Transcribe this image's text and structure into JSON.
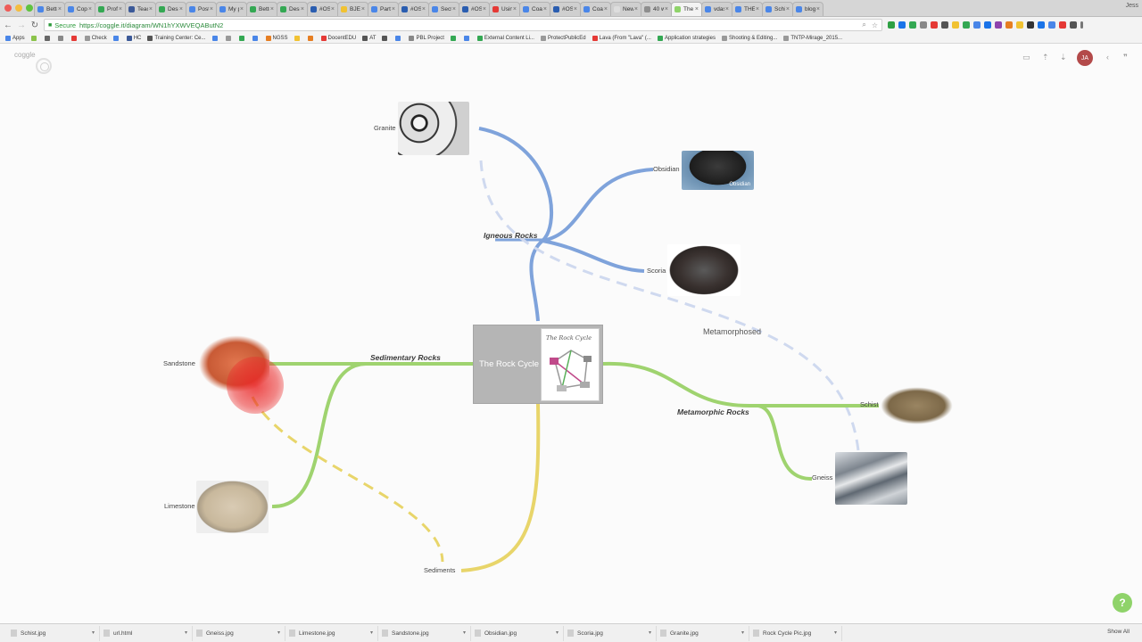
{
  "browser": {
    "tabs": [
      {
        "label": "Better",
        "color": "#4a86e8"
      },
      {
        "label": "Copy i",
        "color": "#4a86e8"
      },
      {
        "label": "Profes",
        "color": "#34a853"
      },
      {
        "label": "Teach",
        "color": "#3b5998"
      },
      {
        "label": "Design",
        "color": "#34a853"
      },
      {
        "label": "Post A",
        "color": "#4a86e8"
      },
      {
        "label": "My pro",
        "color": "#4a86e8"
      },
      {
        "label": "Better",
        "color": "#34a853"
      },
      {
        "label": "Design",
        "color": "#34a853"
      },
      {
        "label": "#OSD",
        "color": "#2a5db0"
      },
      {
        "label": "BJEC",
        "color": "#f1c232"
      },
      {
        "label": "Partic",
        "color": "#4a86e8"
      },
      {
        "label": "#OSD",
        "color": "#2a5db0"
      },
      {
        "label": "Sectio",
        "color": "#4a86e8"
      },
      {
        "label": "#OSD",
        "color": "#2a5db0"
      },
      {
        "label": "Using",
        "color": "#e53935"
      },
      {
        "label": "Coach",
        "color": "#4a86e8"
      },
      {
        "label": "#OSD",
        "color": "#2a5db0"
      },
      {
        "label": "Coach",
        "color": "#4a86e8"
      },
      {
        "label": "New Tab",
        "color": "#dddddd"
      },
      {
        "label": "40 wa",
        "color": "#8e8e8e"
      },
      {
        "label": "The Ro",
        "color": "#8fd36a",
        "active": true
      },
      {
        "label": "vdash",
        "color": "#4a86e8"
      },
      {
        "label": "THE I",
        "color": "#4a86e8"
      },
      {
        "label": "Schist",
        "color": "#4a86e8"
      },
      {
        "label": "bloggi",
        "color": "#4a86e8"
      }
    ],
    "user": "Jess",
    "secure_label": "Secure",
    "url": "https://coggle.it/diagram/WN1hYXWVEQAButN2",
    "bookmarks": [
      {
        "label": "Apps",
        "color": "#4a86e8"
      },
      {
        "label": "",
        "color": "#8bc34a"
      },
      {
        "label": "",
        "color": "#666666"
      },
      {
        "label": "",
        "color": "#888888"
      },
      {
        "label": "",
        "color": "#e53935"
      },
      {
        "label": "Check",
        "color": "#999999"
      },
      {
        "label": "",
        "color": "#4a86e8"
      },
      {
        "label": "HC",
        "color": "#3b5998"
      },
      {
        "label": "Training Center: Ce...",
        "color": "#555555"
      },
      {
        "label": "",
        "color": "#4a86e8"
      },
      {
        "label": "",
        "color": "#999999"
      },
      {
        "label": "",
        "color": "#34a853"
      },
      {
        "label": "",
        "color": "#4a86e8"
      },
      {
        "label": "NGSS",
        "color": "#e67e22"
      },
      {
        "label": "",
        "color": "#f1c232"
      },
      {
        "label": "",
        "color": "#e67e22"
      },
      {
        "label": "DocentEDU",
        "color": "#e53935"
      },
      {
        "label": "AT",
        "color": "#555555"
      },
      {
        "label": "",
        "color": "#555555"
      },
      {
        "label": "",
        "color": "#4a86e8"
      },
      {
        "label": "PBL Project",
        "color": "#888888"
      },
      {
        "label": "",
        "color": "#34a853"
      },
      {
        "label": "",
        "color": "#4a86e8"
      },
      {
        "label": "External Content Li...",
        "color": "#34a853"
      },
      {
        "label": "ProtectPublicEd",
        "color": "#999999"
      },
      {
        "label": "Lava (From \"Lava\" (...",
        "color": "#e53935"
      },
      {
        "label": "Application strategies",
        "color": "#34a853"
      },
      {
        "label": "Shooting & Editing...",
        "color": "#999999"
      },
      {
        "label": "TNTP-Mirage_2015...",
        "color": "#999999"
      }
    ]
  },
  "app": {
    "logo": "coggle",
    "avatar_initials": "JA"
  },
  "map": {
    "center": {
      "title": "The Rock Cycle",
      "image_caption": "The Rock Cycle"
    },
    "branches": {
      "igneous": "Igneous Rocks",
      "sedimentary": "Sedimentary Rocks",
      "metamorphic": "Metamorphic Rocks"
    },
    "leaves": {
      "granite": "Granite",
      "obsidian": "Obsidian",
      "scoria": "Scoria",
      "sandstone": "Sandstone",
      "limestone": "Limestone",
      "schist": "Schist",
      "gneiss": "Gneiss",
      "sediments": "Sediments"
    },
    "edge_labels": {
      "metamorphosed": "Metamorphosed"
    },
    "image_captions": {
      "obsidian": "Obsidian"
    },
    "branch_colors": {
      "igneous": "#7fa3db",
      "sedimentary": "#9fd36f",
      "metamorphic": "#9fd36f",
      "sediments": "#e8d56a",
      "dashed_blue": "#cfd9ef",
      "dashed_yellow": "#e8d56a"
    }
  },
  "downloads": {
    "files": [
      "Schist.jpg",
      "url.html",
      "Gneiss.jpg",
      "Limestone.jpg",
      "Sandstone.jpg",
      "Obsidian.jpg",
      "Scoria.jpg",
      "Granite.jpg",
      "Rock Cycle Pic.jpg"
    ],
    "show_all": "Show All"
  }
}
